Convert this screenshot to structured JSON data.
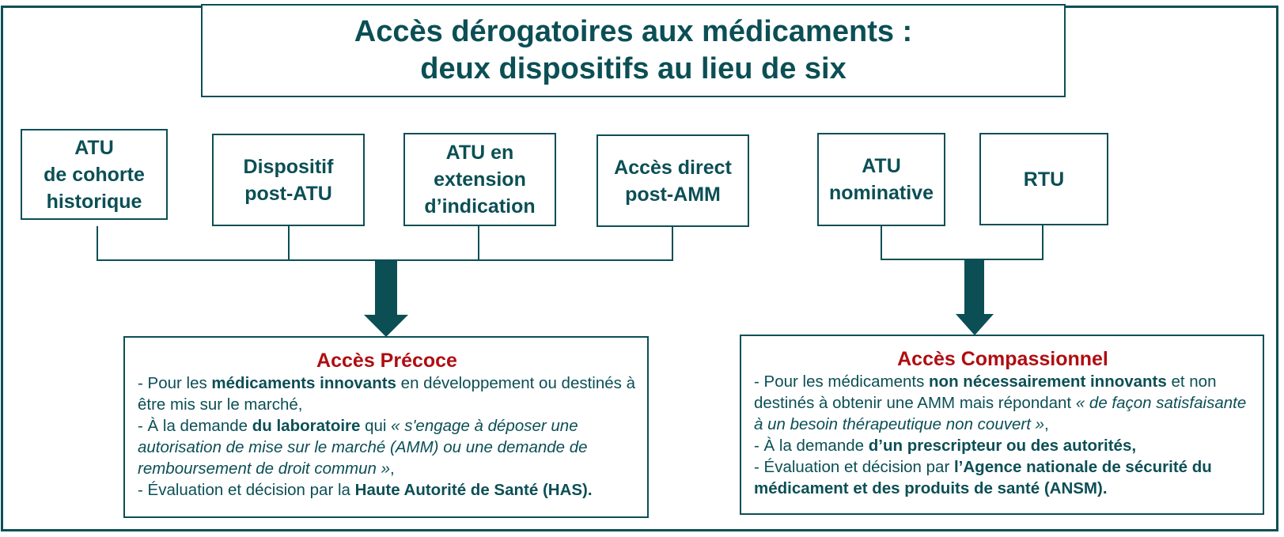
{
  "title": {
    "line1": "Accès dérogatoires aux médicaments :",
    "line2": "deux dispositifs au lieu de six"
  },
  "colors": {
    "primary": "#0b4f55",
    "accent_red": "#b00d12",
    "background": "#ffffff"
  },
  "legacy_schemes": [
    {
      "label": "ATU\nde cohorte\nhistorique",
      "group": "acces_precoce"
    },
    {
      "label": "Dispositif\npost-ATU",
      "group": "acces_precoce"
    },
    {
      "label": "ATU en\nextension\nd’indication",
      "group": "acces_precoce"
    },
    {
      "label": "Accès direct\npost-AMM",
      "group": "acces_precoce"
    },
    {
      "label": "ATU\nnominative",
      "group": "acces_compassionnel"
    },
    {
      "label": "RTU",
      "group": "acces_compassionnel"
    }
  ],
  "arrows": [
    {
      "icon": "down-arrow-icon",
      "target": "acces_precoce"
    },
    {
      "icon": "down-arrow-icon",
      "target": "acces_compassionnel"
    }
  ],
  "acces_precoce": {
    "title": "Accès Précoce",
    "bullet1": {
      "pre": "- Pour les ",
      "bold": "médicaments innovants",
      "post": " en développement ou destinés à être mis sur le marché,"
    },
    "bullet2": {
      "pre": "- À la demande ",
      "bold": "du laboratoire",
      "mid": " qui ",
      "italic": "« s'engage à déposer une autorisation de mise sur le marché (AMM) ou une demande de remboursement de droit commun »",
      "post": ","
    },
    "bullet3": {
      "pre": "- Évaluation et décision par la ",
      "bold": "Haute Autorité de Santé (HAS)."
    }
  },
  "acces_compassionnel": {
    "title": "Accès Compassionnel",
    "bullet1": {
      "pre": "- Pour les médicaments ",
      "bold": "non nécessairement innovants",
      "mid": " et non destinés à obtenir une AMM mais répondant ",
      "italic": "« de façon satisfaisante à un besoin thérapeutique non couvert »",
      "post": ","
    },
    "bullet2": {
      "pre": "- À la demande ",
      "bold": "d’un prescripteur ou des autorités,"
    },
    "bullet3": {
      "pre": "- Évaluation et décision par ",
      "bold": "l’Agence nationale de sécurité du médicament et des produits de santé (ANSM)."
    }
  }
}
